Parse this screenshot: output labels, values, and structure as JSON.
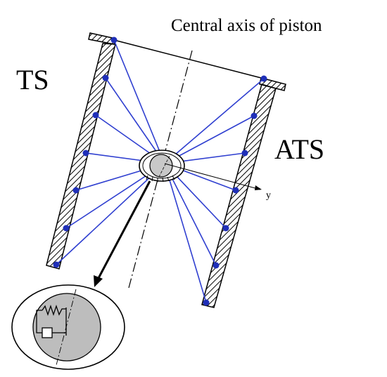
{
  "labels": {
    "ts": "TS",
    "ats": "ATS",
    "axis_caption": "Central axis of piston",
    "y_axis": "y"
  },
  "colors": {
    "line_blue": "#2f3fd0",
    "node_blue": "#1f2fb8",
    "pin_fill": "#c8c8c8",
    "detail_fill": "#bdbdbd",
    "outline": "#000000"
  }
}
